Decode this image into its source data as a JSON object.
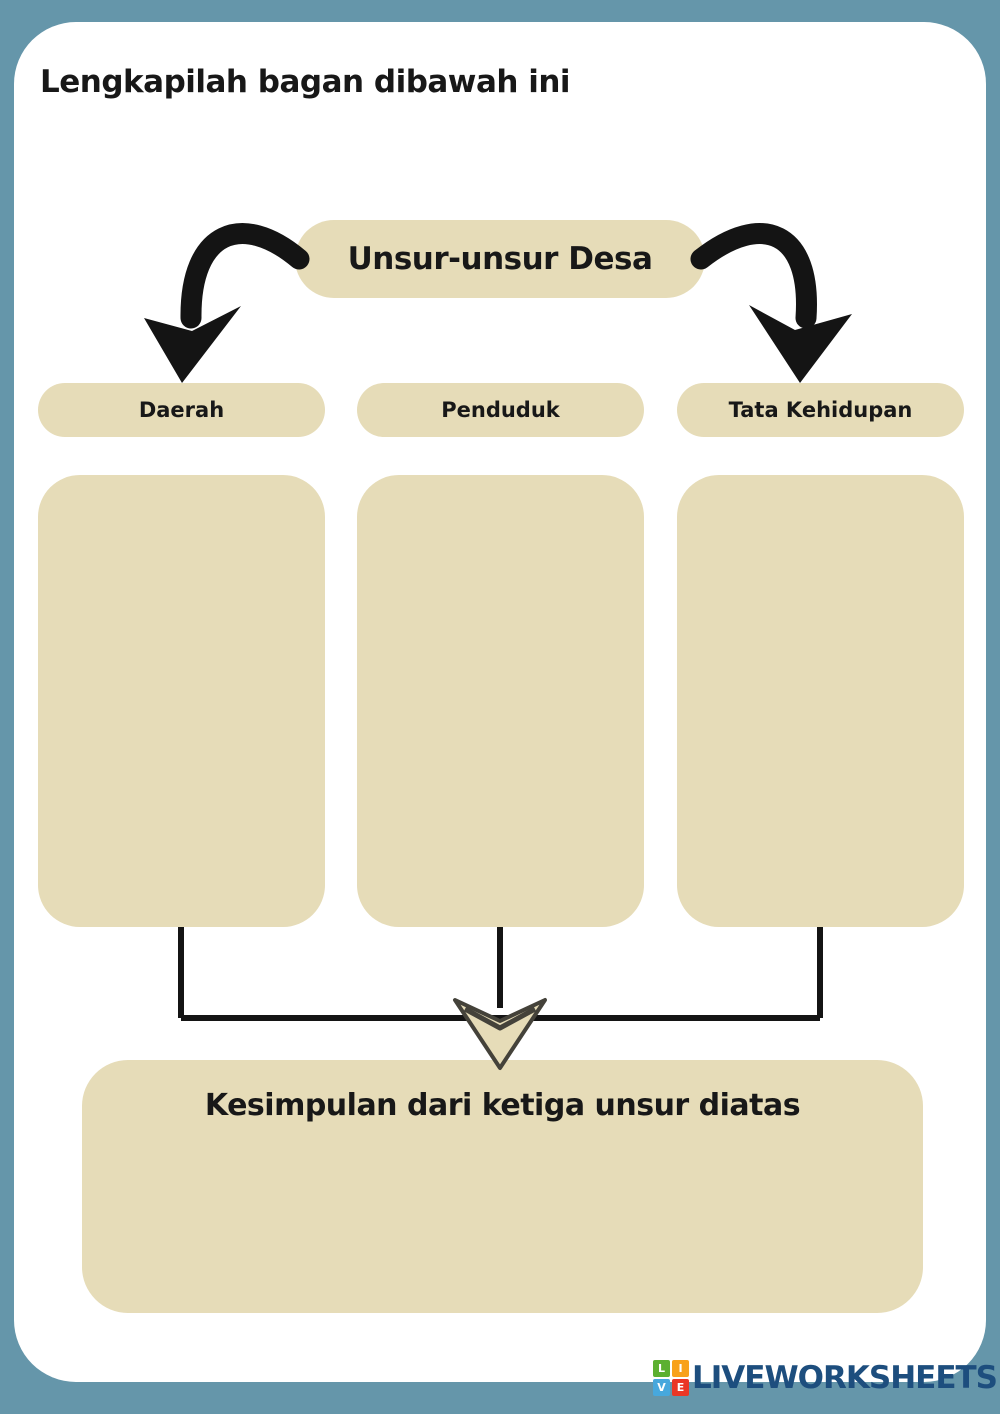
{
  "page": {
    "title": "Lengkapilah bagan dibawah ini"
  },
  "diagram": {
    "root": {
      "label": "Unsur-unsur Desa"
    },
    "branches": [
      {
        "label": "Daerah",
        "answer_value": ""
      },
      {
        "label": "Penduduk",
        "answer_value": ""
      },
      {
        "label": "Tata Kehidupan",
        "answer_value": ""
      }
    ],
    "conclusion": {
      "label": "Kesimpulan dari ketiga unsur diatas",
      "answer_value": ""
    },
    "connectors": {
      "left_arrow": "curved-arrow-down-left",
      "right_arrow": "curved-arrow-down-right",
      "merge_arrow": "chevron-down"
    }
  },
  "footer": {
    "brand": "LIVEWORKSHEETS",
    "icon_letters": [
      "L",
      "I",
      "V",
      "E"
    ]
  },
  "colors": {
    "frame_blue": "#6596aa",
    "card_white": "#ffffff",
    "box_tan": "#e6dcb8",
    "text_black": "#181818",
    "arrow_black": "#141414",
    "logo_navy": "#1d4e7e",
    "logo_green": "#5cb030",
    "logo_orange": "#f8a11b",
    "logo_blue": "#47a8dd",
    "logo_red": "#ea3726"
  }
}
